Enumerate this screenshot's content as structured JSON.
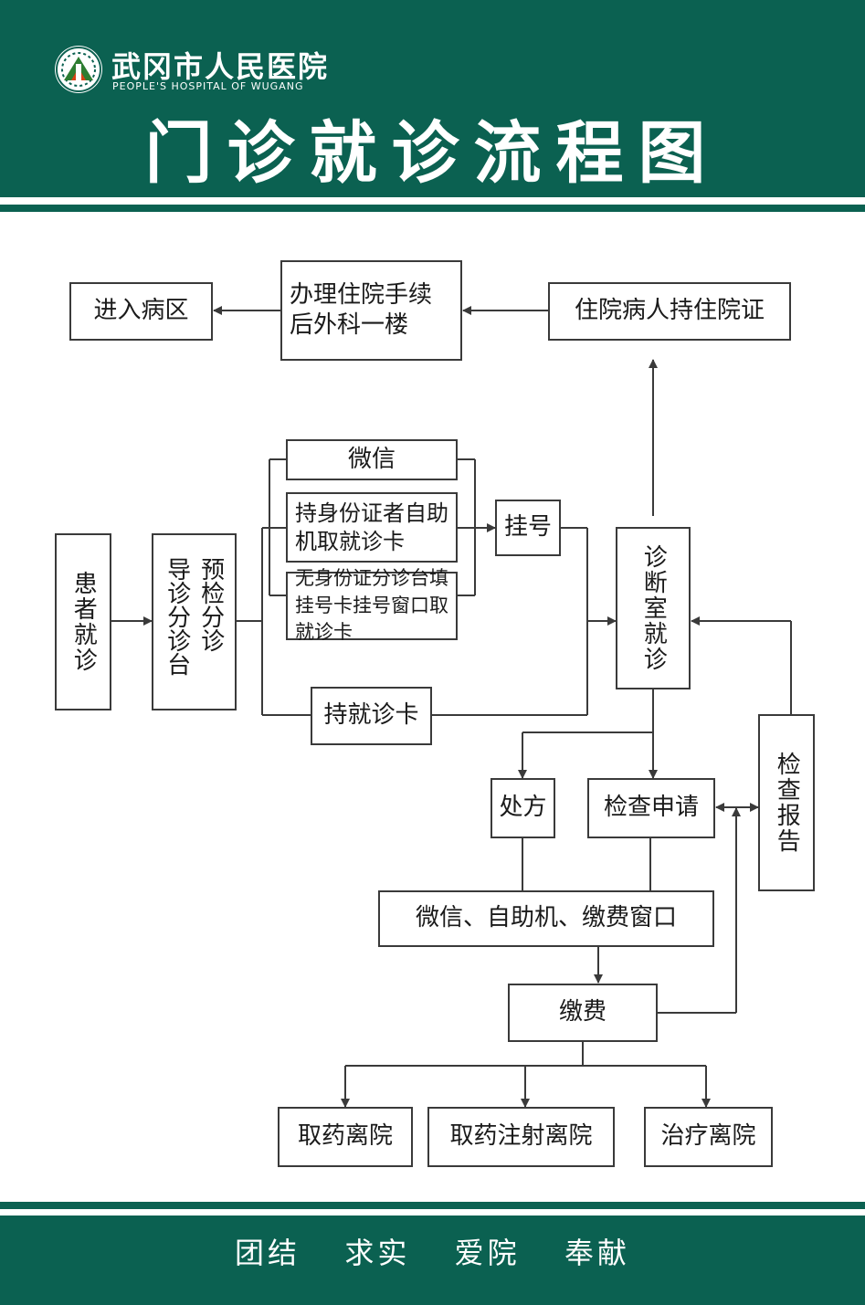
{
  "header": {
    "hospital_name_cn": "武冈市人民医院",
    "hospital_name_en": "PEOPLE'S HOSPITAL OF WUGANG",
    "title": "门诊就诊流程图"
  },
  "flow": {
    "patient": "患者就诊",
    "triage_col1": "导诊分诊台",
    "triage_col2": "预检分诊",
    "wechat": "微信",
    "self_service": "持身份证者自助机取就诊卡",
    "no_id": "无身份证分诊台填挂号卡挂号窗口取就诊卡",
    "register": "挂号",
    "hold_card": "持就诊卡",
    "consult_room": "诊断室就诊",
    "inpatient_cert": "住院病人持住院证",
    "admission": "办理住院手续后外科一楼",
    "ward": "进入病区",
    "prescription": "处方",
    "exam_request": "检查申请",
    "exam_report": "检查报告",
    "payment_channels": "微信、自助机、缴费窗口",
    "payment": "缴费",
    "exit_medicine": "取药离院",
    "exit_injection": "取药注射离院",
    "exit_treatment": "治疗离院"
  },
  "footer": {
    "slogan": "团结  求实  爱院  奉献"
  },
  "colors": {
    "brand_green": "#0b6151",
    "line": "#3a3a3a"
  }
}
